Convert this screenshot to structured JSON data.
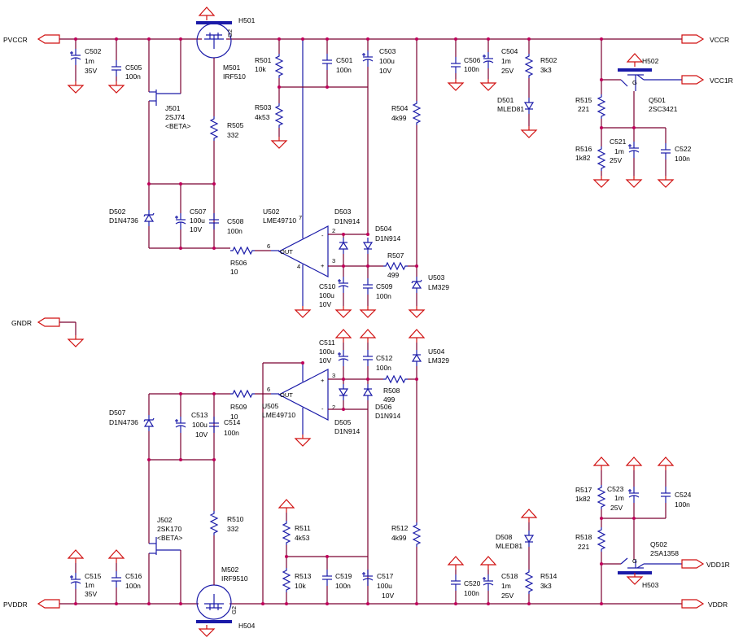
{
  "nets": {
    "pvccr": "PVCCR",
    "vccr": "VCCR",
    "vcc1r": "VCC1R",
    "gndr": "GNDR",
    "pvddr": "PVDDR",
    "vddr": "VDDR",
    "vdd1r": "VDD1R"
  },
  "parts": {
    "h501": "H501",
    "h502": "H502",
    "h503": "H503",
    "h504": "H504",
    "m501": "M501",
    "m501v": "IRF510",
    "m502": "M502",
    "m502v": "IRF9510",
    "j501": "J501",
    "j501v": "2SJ74",
    "j501b": "<BETA>",
    "j502": "J502",
    "j502v": "2SK170",
    "j502b": "<BETA>",
    "q501": "Q501",
    "q501v": "2SC3421",
    "q502": "Q502",
    "q502v": "2SA1358",
    "u502": "U502",
    "u502v": "LME49710",
    "u505": "U505",
    "u505v": "LME49710",
    "u503": "U503",
    "u503v": "LM329",
    "u504": "U504",
    "u504v": "LM329",
    "c502": "C502",
    "c502v": "1m",
    "c502v2": "35V",
    "c505": "C505",
    "c505v": "100n",
    "c501": "C501",
    "c501v": "100n",
    "c503": "C503",
    "c503v": "100u",
    "c503v2": "10V",
    "c506": "C506",
    "c506v": "100n",
    "c504": "C504",
    "c504v": "1m",
    "c504v2": "25V",
    "c507": "C507",
    "c507v": "100u",
    "c507v2": "10V",
    "c508": "C508",
    "c508v": "100n",
    "c510": "C510",
    "c510v": "100u",
    "c510v2": "10V",
    "c509": "C509",
    "c509v": "100n",
    "c521": "C521",
    "c521v": "1m",
    "c521v2": "25V",
    "c522": "C522",
    "c522v": "100n",
    "c511": "C511",
    "c511v": "100u",
    "c511v2": "10V",
    "c512": "C512",
    "c512v": "100n",
    "c513": "C513",
    "c513v": "100u",
    "c513v2": "10V",
    "c514": "C514",
    "c514v": "100n",
    "c515": "C515",
    "c515v": "1m",
    "c515v2": "35V",
    "c516": "C516",
    "c516v": "100n",
    "c519": "C519",
    "c519v": "100n",
    "c517": "C517",
    "c517v": "100u",
    "c517v2": "10V",
    "c520": "C520",
    "c520v": "100n",
    "c518": "C518",
    "c518v": "1m",
    "c518v2": "25V",
    "c523": "C523",
    "c523v": "1m",
    "c523v2": "25V",
    "c524": "C524",
    "c524v": "100n",
    "r501": "R501",
    "r501v": "10k",
    "r503": "R503",
    "r503v": "4k53",
    "r505": "R505",
    "r505v": "332",
    "r506": "R506",
    "r506v": "10",
    "r507": "R507",
    "r507v": "499",
    "r504": "R504",
    "r504v": "4k99",
    "r502": "R502",
    "r502v": "3k3",
    "r515": "R515",
    "r515v": "221",
    "r516": "R516",
    "r516v": "1k82",
    "r509": "R509",
    "r509v": "10",
    "r508": "R508",
    "r508v": "499",
    "r510": "R510",
    "r510v": "332",
    "r511": "R511",
    "r511v": "4k53",
    "r513": "R513",
    "r513v": "10k",
    "r512": "R512",
    "r512v": "4k99",
    "r514": "R514",
    "r514v": "3k3",
    "r517": "R517",
    "r517v": "1k82",
    "r518": "R518",
    "r518v": "221",
    "d501": "D501",
    "d501v": "MLED81",
    "d502": "D502",
    "d502v": "D1N4736",
    "d503": "D503",
    "d503v": "D1N914",
    "d504": "D504",
    "d504v": "D1N914",
    "d505": "D505",
    "d505v": "D1N914",
    "d506": "D506",
    "d506v": "D1N914",
    "d507": "D507",
    "d507v": "D1N4736",
    "d508": "D508",
    "d508v": "MLED81"
  },
  "pins": {
    "out": "OUT",
    "plus": "+",
    "minus": "-",
    "p2": "2",
    "p3": "3",
    "p4": "4",
    "p6": "6",
    "p7": "7",
    "g": "G",
    "g2": "G2"
  }
}
